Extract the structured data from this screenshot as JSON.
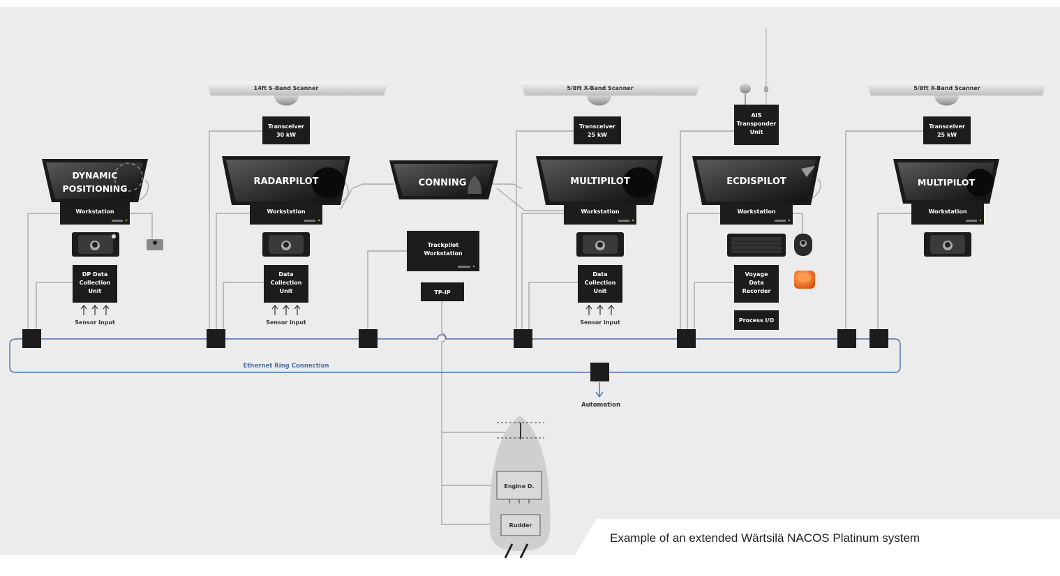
{
  "caption": "Example of an extended Wärtsilä NACOS Platinum system",
  "ring_label": "Ethernet Ring Connection",
  "automation_label": "Automation",
  "sensor_label": "Sensor input",
  "workstation_label": "Workstation",
  "scanners": {
    "s1": "14ft S-Band Scanner",
    "s2": "5/8ft X-Band Scanner",
    "s3": "5/8ft X-Band Scanner"
  },
  "transceivers": {
    "t1": [
      "Transceiver",
      "30 kW"
    ],
    "t2": [
      "Transceiver",
      "25 kW"
    ],
    "t3": [
      "Transceiver",
      "25 kW"
    ]
  },
  "ais": [
    "AIS",
    "Transponder",
    "Unit"
  ],
  "monitors": {
    "dp": [
      "DYNAMIC",
      "POSITIONING"
    ],
    "radar": "RADARPILOT",
    "conning": "CONNING",
    "multi1": "MULTIPILOT",
    "ecdis": "ECDISPILOT",
    "multi2": "MULTIPILOT"
  },
  "dcu": {
    "dp": [
      "DP Data",
      "Collection",
      "Unit"
    ],
    "radar": [
      "Data",
      "Collection",
      "Unit"
    ],
    "multi": [
      "Data",
      "Collection",
      "Unit"
    ]
  },
  "trackpilot": [
    "Trackpilot",
    "Workstation"
  ],
  "tpip": "TP-IP",
  "vdr": [
    "Voyage",
    "Data",
    "Recorder"
  ],
  "process_io": "Process I/O",
  "ship": {
    "engine": "Engine D.",
    "rudder": "Rudder"
  }
}
